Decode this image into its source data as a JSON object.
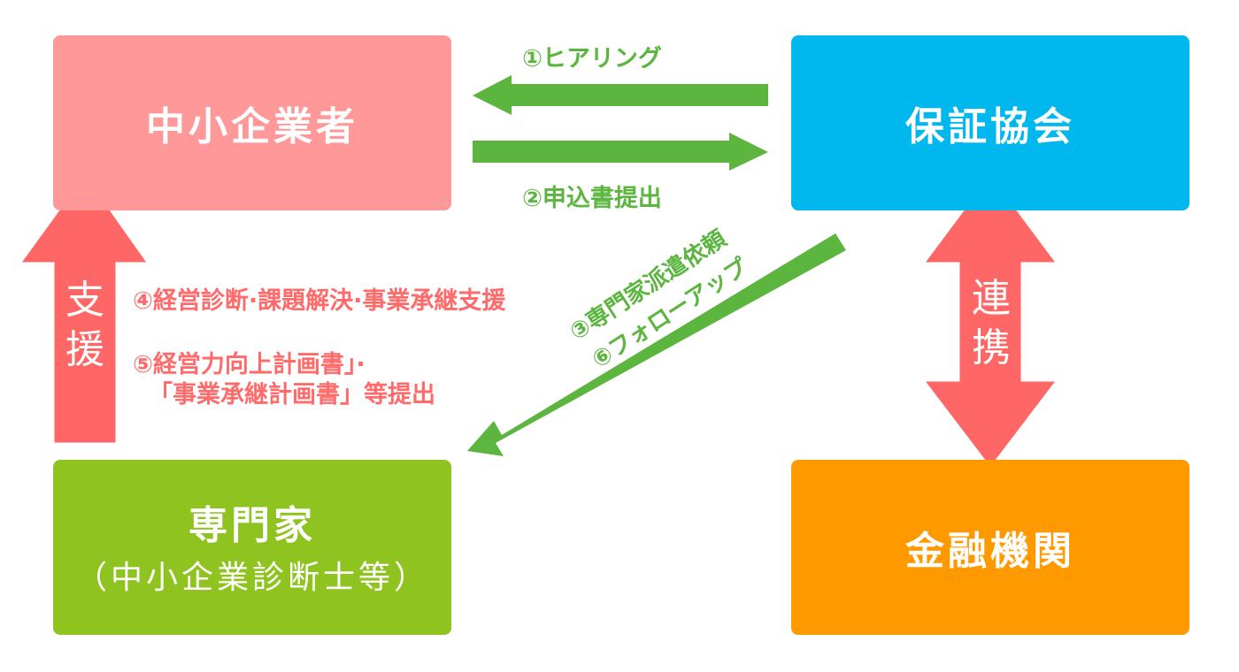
{
  "nodes": {
    "sme": {
      "title": "中小企業者",
      "color": "#ff9999"
    },
    "association": {
      "title": "保証協会",
      "color": "#00b7ee"
    },
    "expert": {
      "title": "専門家",
      "subtitle": "（中小企業診断士等）",
      "color": "#8fc31f"
    },
    "bank": {
      "title": "金融機関",
      "color": "#ff9900"
    }
  },
  "edges": {
    "hearing": {
      "label": "①ヒアリング",
      "from": "保証協会",
      "to": "中小企業者",
      "color": "#5bb53f"
    },
    "application": {
      "label": "②申込書提出",
      "from": "中小企業者",
      "to": "保証協会",
      "color": "#5bb53f"
    },
    "dispatch": {
      "label": "③専門家派遣依頼",
      "label2": "⑥フォローアップ",
      "from": "保証協会",
      "to": "専門家",
      "color": "#5bb53f"
    },
    "support": {
      "label": "支援",
      "from": "専門家",
      "to": "中小企業者",
      "color": "#ff6666"
    },
    "collaboration": {
      "label": "連携",
      "between": [
        "保証協会",
        "金融機関"
      ],
      "color": "#ff6666"
    }
  },
  "notes": {
    "line4": "④経営診断·課題解決·事業承継支援",
    "line5a": "⑤経営力向上計画書」·",
    "line5b": "「事業承継計画書」等提出",
    "color": "#ff6a6a"
  }
}
